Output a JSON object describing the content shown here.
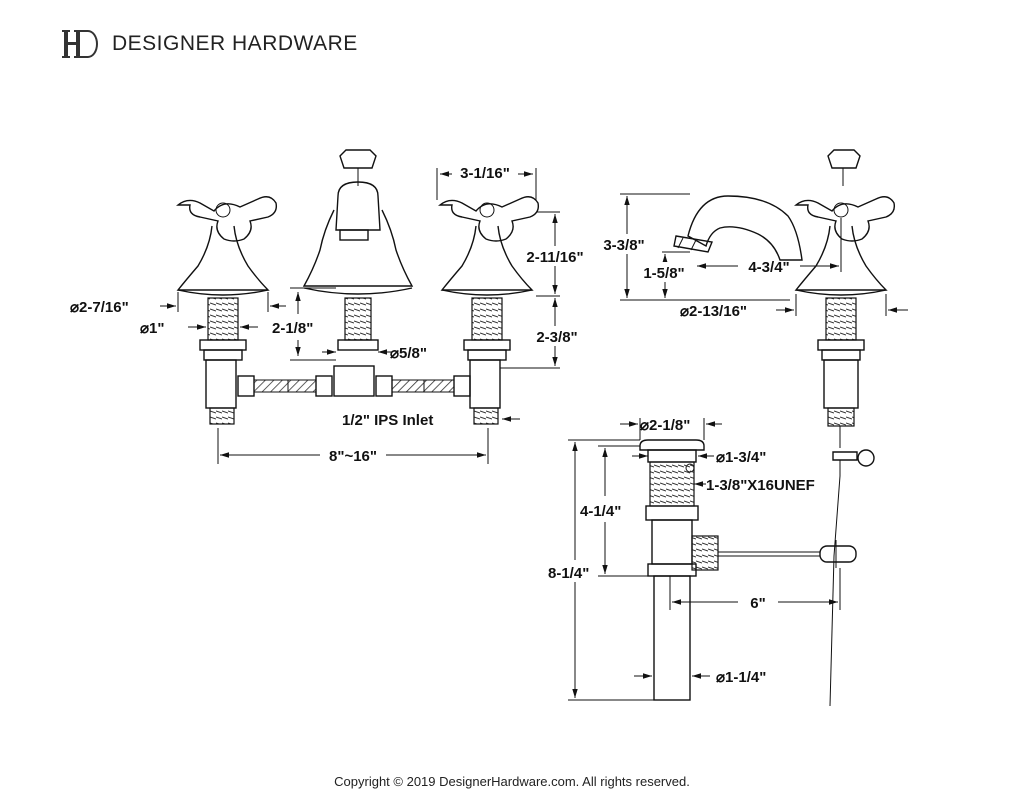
{
  "header": {
    "logo_letters": "DH",
    "brand": "DESIGNER HARDWARE"
  },
  "dimensions": {
    "handle_width": "3-1/16\"",
    "handle_height": "2-11/16\"",
    "flange_diameter": "⌀2-7/16\"",
    "shank_diameter": "⌀1\"",
    "spout_base_height": "2-1/8\"",
    "tee_diameter": "⌀5/8\"",
    "shank_length": "2-3/8\"",
    "inlet": "1/2\" IPS Inlet",
    "spread": "8\"~16\"",
    "spout_height": "3-3/8\"",
    "spout_outlet_height": "1-5/8\"",
    "spout_reach": "4-3/4\"",
    "spout_base_diameter": "⌀2-13/16\"",
    "drain_flange_diameter": "⌀2-1/8\"",
    "drain_body_diameter": "⌀1-3/4\"",
    "drain_thread": "1-3/8\"X16UNEF",
    "drain_upper_length": "4-1/4\"",
    "drain_total_length": "8-1/4\"",
    "pivot_rod_length": "6\"",
    "tailpiece_diameter": "⌀1-1/4\""
  },
  "footer": {
    "copyright": "Copyright © 2019 DesignerHardware.com. All rights reserved."
  }
}
